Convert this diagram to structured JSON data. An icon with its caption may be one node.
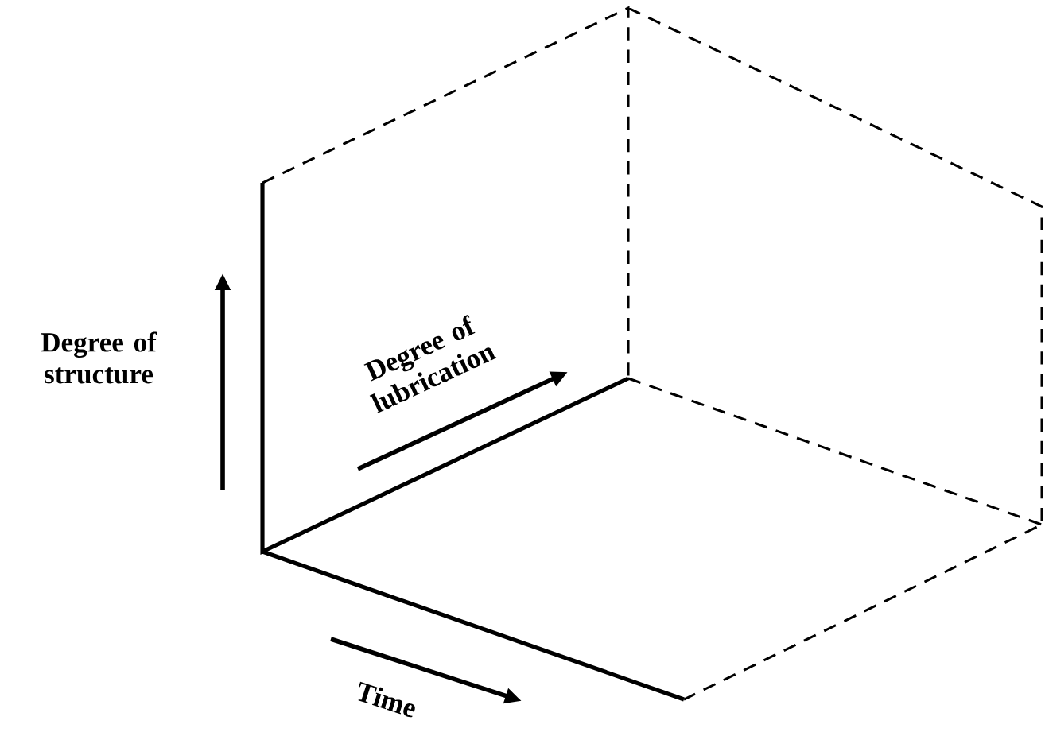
{
  "diagram": {
    "labels": [
      "Degree of structure",
      "Degree of lubrication",
      "Time"
    ]
  }
}
